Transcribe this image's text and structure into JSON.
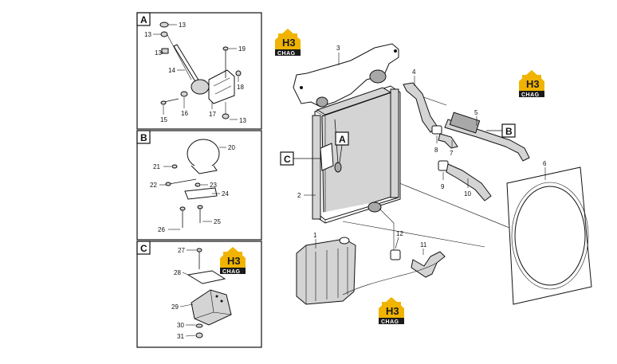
{
  "inset_panels": [
    {
      "key": "A",
      "callouts": [
        "13",
        "13",
        "13",
        "14",
        "15",
        "16",
        "17",
        "18",
        "19",
        "13"
      ]
    },
    {
      "key": "B",
      "callouts": [
        "20",
        "21",
        "22",
        "23",
        "24",
        "25",
        "26"
      ]
    },
    {
      "key": "C",
      "callouts": [
        "27",
        "28",
        "29",
        "30",
        "31"
      ]
    }
  ],
  "main_callouts": [
    "1",
    "2",
    "3",
    "4",
    "5",
    "6",
    "7",
    "8",
    "9",
    "10",
    "11",
    "12"
  ],
  "detail_flags": [
    "A",
    "B",
    "C"
  ],
  "watermark": {
    "letters": "H3",
    "text": "CHAG"
  },
  "colors": {
    "line": "#111111",
    "watermark_yellow": "#f0b400",
    "watermark_dark": "#1a1a1a",
    "part_fill": "#d4d4d4"
  }
}
